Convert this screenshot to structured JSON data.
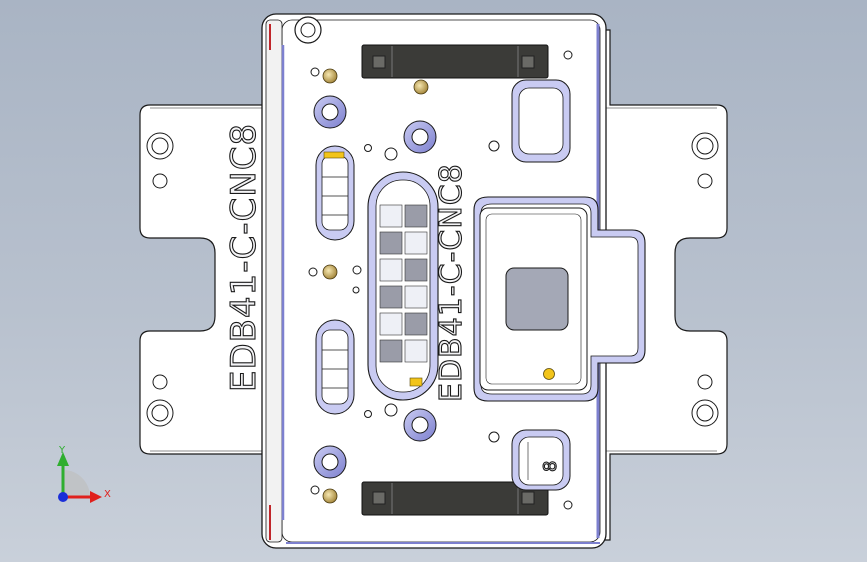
{
  "part": {
    "engraving_left": "EDB41-C-CNC8",
    "engraving_center": "EDB41-C-CNC8",
    "engraving_small": "8"
  },
  "triad": {
    "x_label": "X",
    "y_label": "Y"
  },
  "colors": {
    "background": "#b3bdca",
    "part_fill": "#ffffff",
    "edge": "#1a1a1a",
    "hole_blue": "#8d8fd6",
    "block_dark": "#3b3b38",
    "brass": "#c9a24a",
    "pin_yellow": "#f2c41a",
    "axis_x": "#e0201c",
    "axis_y": "#2fae2f",
    "axis_z": "#1a2ed8"
  }
}
